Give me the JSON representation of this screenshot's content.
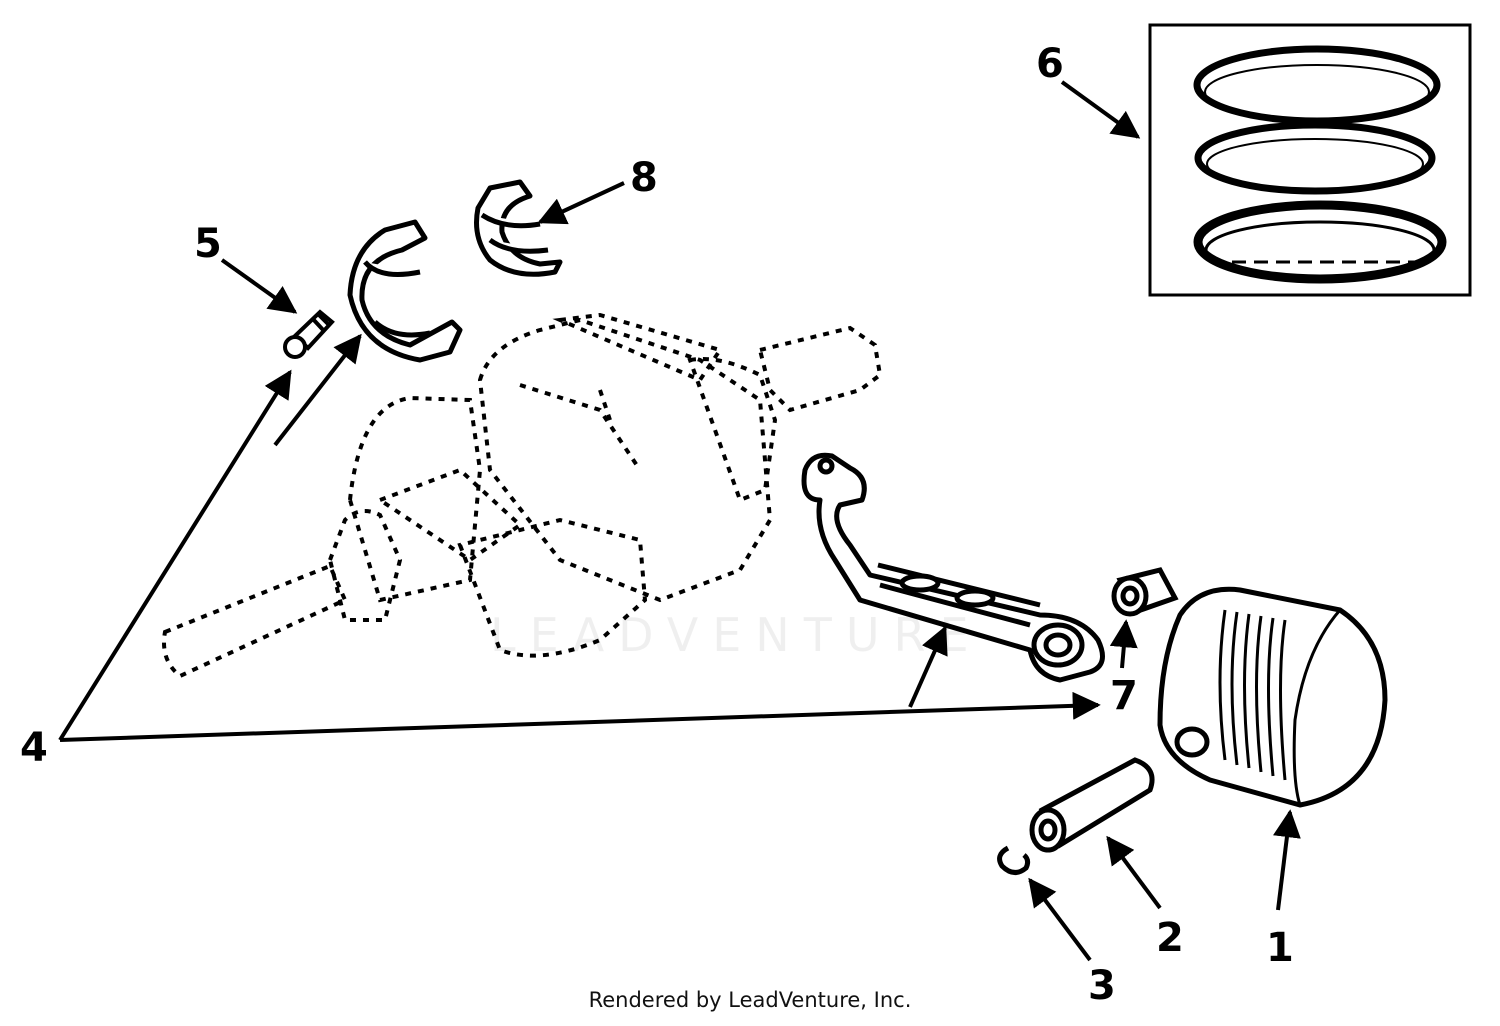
{
  "callouts": [
    "1",
    "2",
    "3",
    "4",
    "5",
    "6",
    "7",
    "8"
  ],
  "watermark_text": "LEADVENTURE",
  "credit": "Rendered by LeadVenture, Inc.",
  "colors": {
    "ink": "#000000",
    "background": "#ffffff"
  }
}
